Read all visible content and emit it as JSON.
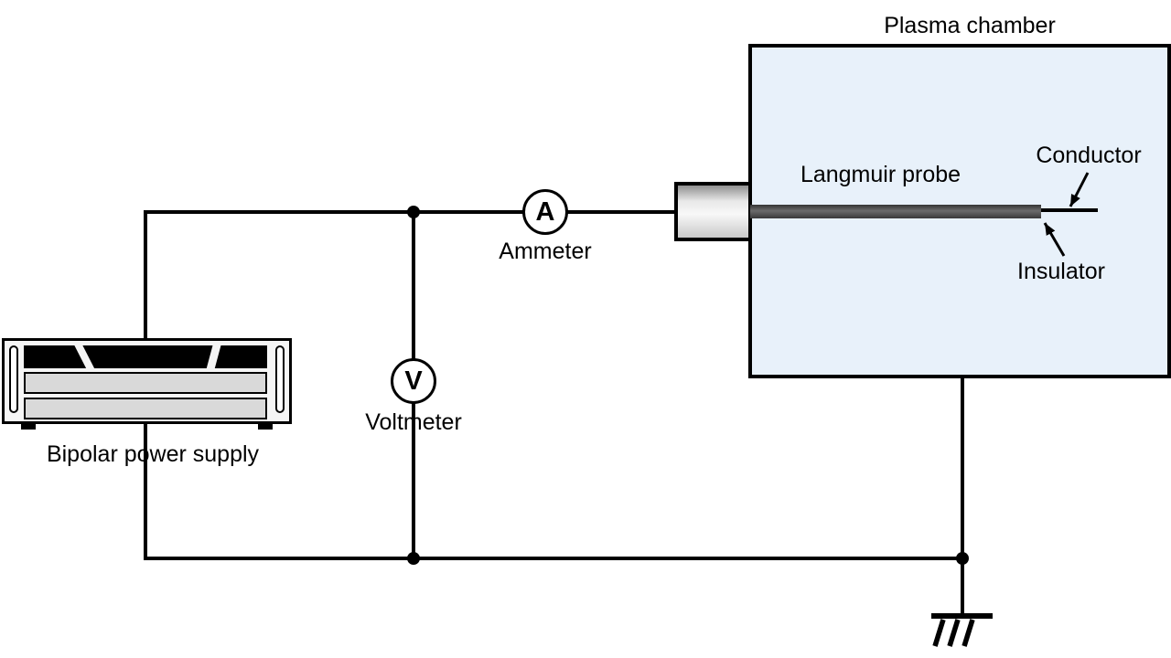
{
  "diagram": {
    "type": "circuit-schematic",
    "title": "Plasma chamber",
    "components": {
      "power_supply": {
        "label": "Bipolar power supply"
      },
      "ammeter": {
        "label": "Ammeter",
        "symbol": "A"
      },
      "voltmeter": {
        "label": "Voltmeter",
        "symbol": "V"
      },
      "probe": {
        "label": "Langmuir probe",
        "conductor_label": "Conductor",
        "insulator_label": "Insulator"
      },
      "ground": {
        "icon": "earth-ground-icon"
      }
    },
    "colors": {
      "chamber_fill": "#e8f1fa",
      "outline": "#000000",
      "probe_rod": "#3f3f3f",
      "rack_unit_fill": "#d9d9d9",
      "device_body": "#f5f5f5"
    }
  }
}
